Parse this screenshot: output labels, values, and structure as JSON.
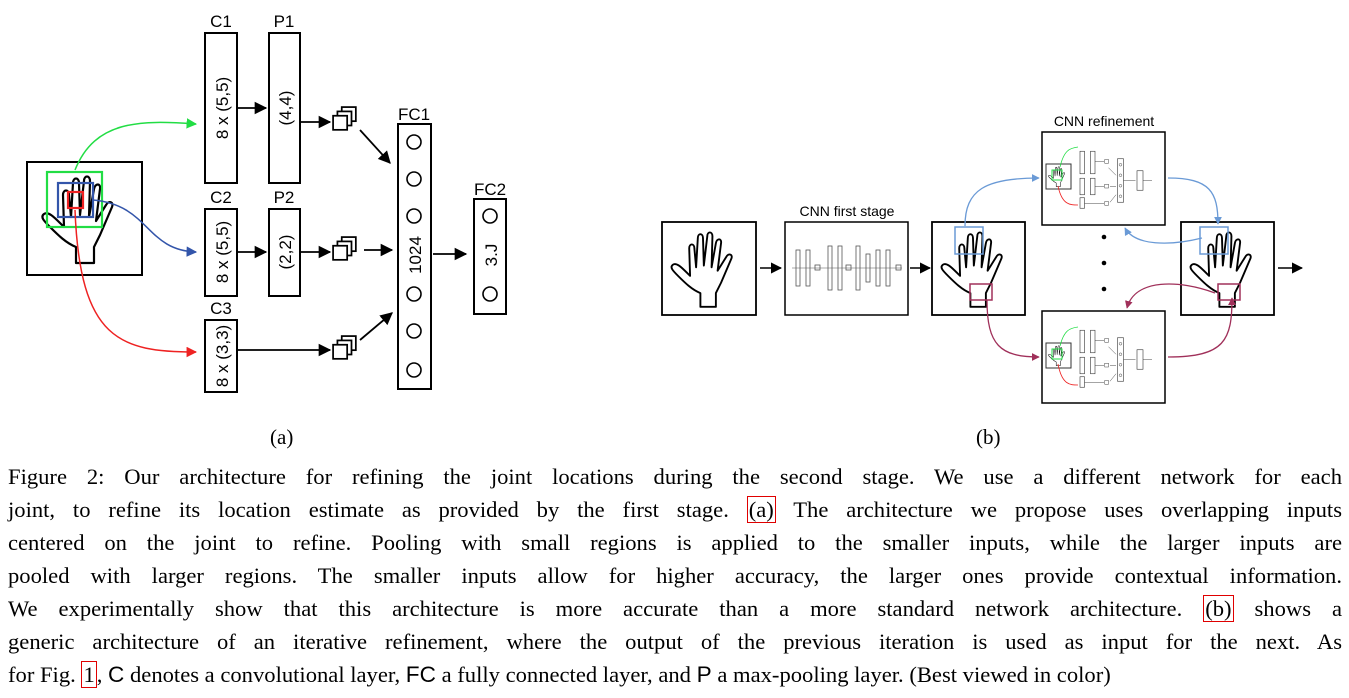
{
  "figure_a": {
    "sublabel": "(a)",
    "layers": {
      "c1": {
        "name": "C1",
        "spec": "8 x (5,5)"
      },
      "p1": {
        "name": "P1",
        "spec": "(4,4)"
      },
      "c2": {
        "name": "C2",
        "spec": "8 x (5,5)"
      },
      "p2": {
        "name": "P2",
        "spec": "(2,2)"
      },
      "c3": {
        "name": "C3",
        "spec": "8 x (3,3)"
      },
      "fc1": {
        "name": "FC1",
        "spec": "1024"
      },
      "fc2": {
        "name": "FC2",
        "spec": "3.J"
      }
    },
    "colors": {
      "green": "#22dd44",
      "blue": "#3355aa",
      "red": "#ee2222"
    }
  },
  "figure_b": {
    "sublabel": "(b)",
    "first_stage_label": "CNN first stage",
    "refinement_label": "CNN refinement",
    "colors": {
      "blue": "#6a9ad6",
      "maroon": "#a0305a"
    }
  },
  "caption": {
    "line1": "Figure 2: Our architecture for refining the joint locations during the second stage. We use a different network for each",
    "line2_pre": "joint, to refine its location estimate as provided by the first stage. ",
    "ref_a": "(a)",
    "line2_post": " The architecture we propose uses overlapping inputs",
    "line3": "centered on the joint to refine. Pooling with small regions is applied to the smaller inputs, while the larger inputs are",
    "line4": "pooled with larger regions. The smaller inputs allow for higher accuracy, the larger ones provide contextual information.",
    "line5_pre": "We experimentally show that this architecture is more accurate than a more standard network architecture. ",
    "ref_b": "(b)",
    "line5_post": " shows a",
    "line6": "generic architecture of an iterative refinement, where the output of the previous iteration is used as input for the next. As",
    "line7_a": "for Fig. ",
    "ref_1": "1",
    "line7_b": ", ",
    "sym_c": "C",
    "line7_c": " denotes a convolutional layer, ",
    "sym_fc": "FC",
    "line7_d": " a fully connected layer, and ",
    "sym_p": "P",
    "line7_e": " a max-pooling layer. (Best viewed in color)"
  }
}
